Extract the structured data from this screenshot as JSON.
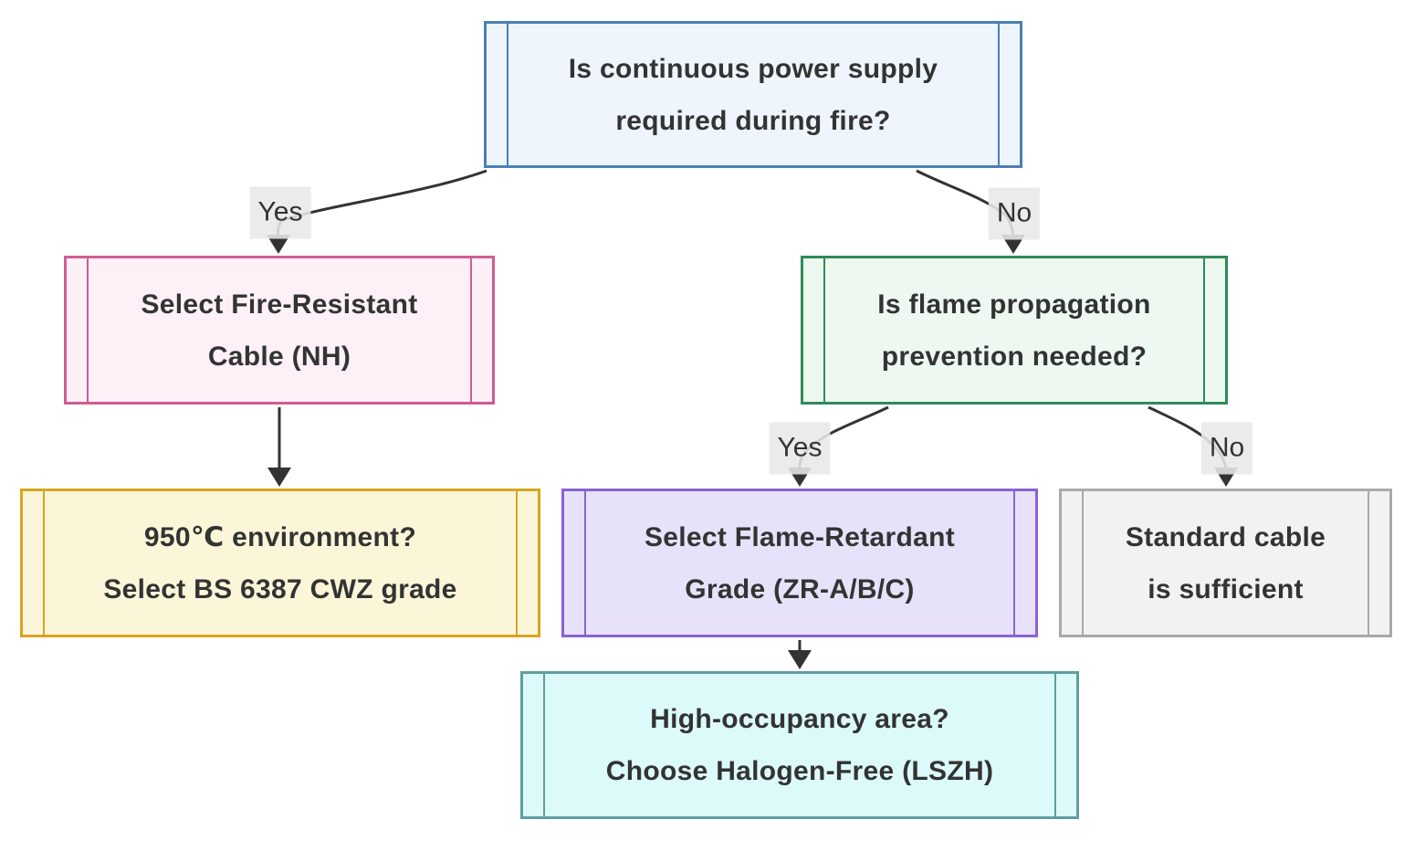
{
  "diagram": {
    "type": "flowchart",
    "direction": "top-down",
    "node_shape": "subroutine",
    "text_color": "#333333",
    "edge_color": "#333333",
    "edge_label_bg": "#e8e8e8",
    "nodes": {
      "q1": {
        "line1": "Is continuous power supply",
        "line2": "required during fire?",
        "border": "#4a80b5",
        "fill": "#eef5fd"
      },
      "fire": {
        "line1": "Select Fire-Resistant",
        "line2": "Cable (NH)",
        "border": "#cf5d92",
        "fill": "#fdf0f6"
      },
      "flameq": {
        "line1": "Is flame propagation",
        "line2": "prevention needed?",
        "border": "#2e8b57",
        "fill": "#edf9f0"
      },
      "cwz": {
        "line1": "950℃ environment?",
        "line2": "Select BS 6387 CWZ grade",
        "border": "#d8a420",
        "fill": "#fcf6d9"
      },
      "zr": {
        "line1": "Select Flame-Retardant",
        "line2": "Grade (ZR-A/B/C)",
        "border": "#8a62d4",
        "fill": "#e7e2f9"
      },
      "std": {
        "line1": "Standard cable",
        "line2": "is sufficient",
        "border": "#a9a9a9",
        "fill": "#f2f2f2"
      },
      "lszh": {
        "line1": "High-occupancy area?",
        "line2": "Choose Halogen-Free (LSZH)",
        "border": "#5f9ea0",
        "fill": "#dcfafa"
      }
    },
    "edges": [
      {
        "from": "q1",
        "to": "fire",
        "label": "Yes"
      },
      {
        "from": "q1",
        "to": "flameq",
        "label": "No"
      },
      {
        "from": "fire",
        "to": "cwz",
        "label": ""
      },
      {
        "from": "flameq",
        "to": "zr",
        "label": "Yes"
      },
      {
        "from": "flameq",
        "to": "std",
        "label": "No"
      },
      {
        "from": "zr",
        "to": "lszh",
        "label": ""
      }
    ]
  }
}
